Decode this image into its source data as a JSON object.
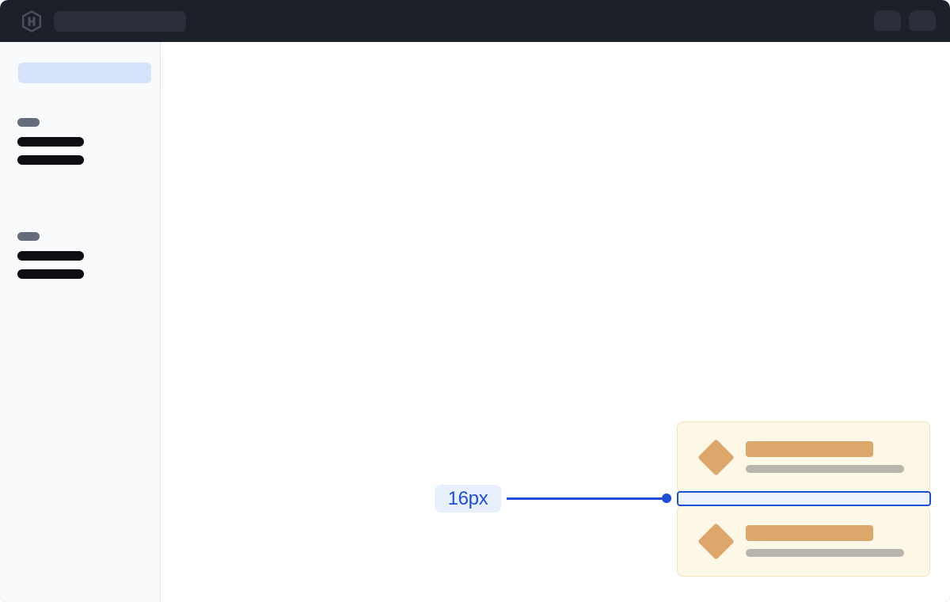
{
  "header": {
    "logo_icon": "hexagon-h-logo-icon",
    "search": {
      "value": "",
      "placeholder": ""
    },
    "actions": [
      {
        "name": "header-chip-1",
        "label": ""
      },
      {
        "name": "header-chip-2",
        "label": ""
      }
    ]
  },
  "sidebar": {
    "active_item": {
      "label": ""
    },
    "collapse_tab": {
      "label": ""
    },
    "groups": [
      {
        "label": "",
        "items": [
          {
            "label": ""
          },
          {
            "label": ""
          }
        ]
      },
      {
        "label": "",
        "items": [
          {
            "label": ""
          },
          {
            "label": ""
          }
        ]
      }
    ]
  },
  "main": {
    "alert_cards": [
      {
        "icon": "diamond-icon",
        "title": "",
        "subtitle": ""
      },
      {
        "icon": "diamond-icon",
        "title": "",
        "subtitle": ""
      }
    ],
    "spacing_annotation": {
      "value_label": "16px",
      "accent_color": "#1d4ed8",
      "badge_bg_color": "#e8f0fd",
      "bar_fill_color": "#edf3fd"
    }
  },
  "colors": {
    "header_bg": "#1c2028",
    "search_bg": "#2b2f39",
    "sidebar_bg": "#f9fafb",
    "sidebar_active": "#d6e4fb",
    "canvas_bg": "#ffffff",
    "card_bg": "#fdf7e7",
    "card_border": "#f6e2ba",
    "card_accent": "#dda76c",
    "card_muted": "#b8b5ac",
    "annotation_blue": "#1d4ed8"
  }
}
